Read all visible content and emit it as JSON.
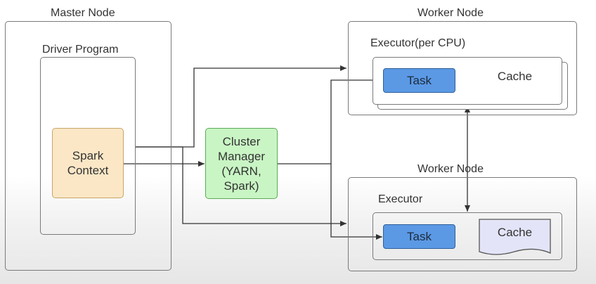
{
  "master": {
    "title": "Master Node",
    "driver_title": "Driver Program",
    "spark_context": "Spark\nContext"
  },
  "cluster_manager": {
    "label": "Cluster\nManager\n(YARN,\nSpark)"
  },
  "worker_top": {
    "title": "Worker Node",
    "executor_title": "Executor(per CPU)",
    "task": "Task",
    "cache": "Cache"
  },
  "worker_bottom": {
    "title": "Worker Node",
    "executor_title": "Executor",
    "task": "Task",
    "cache": "Cache"
  },
  "colors": {
    "spark_context_fill": "#fbe7c6",
    "cluster_manager_fill": "#c9f5c4",
    "task_fill": "#5b99e5",
    "cache_fill": "#e3e4f7",
    "line": "#333333"
  }
}
